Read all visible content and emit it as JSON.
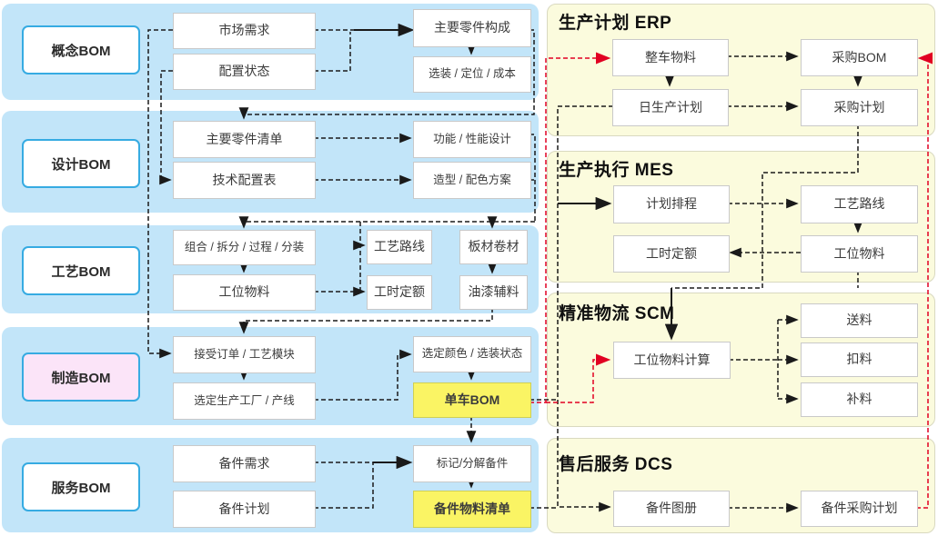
{
  "panels": {
    "concept": {
      "label": "概念BOM"
    },
    "design": {
      "label": "设计BOM"
    },
    "process": {
      "label": "工艺BOM"
    },
    "manufacture": {
      "label": "制造BOM"
    },
    "service": {
      "label": "服务BOM"
    },
    "erp": {
      "title": "生产计划 ERP"
    },
    "mes": {
      "title": "生产执行 MES"
    },
    "scm": {
      "title": "精准物流  SCM"
    },
    "dcs": {
      "title": "售后服务  DCS"
    }
  },
  "nodes": {
    "market_demand": "市场需求",
    "config_status": "配置状态",
    "main_parts_composition": "主要零件构成",
    "option_position_cost": "选装 / 定位 / 成本",
    "main_parts_list": "主要零件清单",
    "tech_config_table": "技术配置表",
    "function_performance_design": "功能 / 性能设计",
    "styling_color_scheme": "造型 / 配色方案",
    "combine_split_process_pack": "组合 / 拆分 / 过程 / 分装",
    "station_material": "工位物料",
    "process_route": "工艺路线",
    "sheet_coil_material": "板材卷材",
    "work_hour_quota": "工时定额",
    "paint_auxiliary": "油漆辅料",
    "accept_order_process_module": "接受订单 / 工艺模块",
    "select_plant_line": "选定生产工厂 / 产线",
    "select_color_option": "选定颜色 / 选装状态",
    "vehicle_bom": "单车BOM",
    "spare_demand": "备件需求",
    "spare_plan": "备件计划",
    "mark_decompose_spare": "标记/分解备件",
    "spare_material_list": "备件物料清单",
    "vehicle_material": "整车物料",
    "purchase_bom": "采购BOM",
    "daily_production_plan": "日生产计划",
    "purchase_plan": "采购计划",
    "plan_scheduling": "计划排程",
    "mes_process_route": "工艺路线",
    "mes_work_hour_quota": "工时定额",
    "mes_station_material": "工位物料",
    "station_material_calc": "工位物料计算",
    "deliver_material": "送料",
    "deduct_material": "扣料",
    "replenish_material": "补料",
    "spare_atlas": "备件图册",
    "spare_purchase_plan": "备件采购计划"
  },
  "colors": {
    "panel_blue": "#C2E5F9",
    "panel_yellow": "#FBFBDD",
    "label_border": "#36ABE2",
    "label_pink_bg": "#FBE4F8",
    "highlight_yellow": "#FAF464",
    "line_black": "#1a1a1a",
    "line_red": "#E10022"
  }
}
